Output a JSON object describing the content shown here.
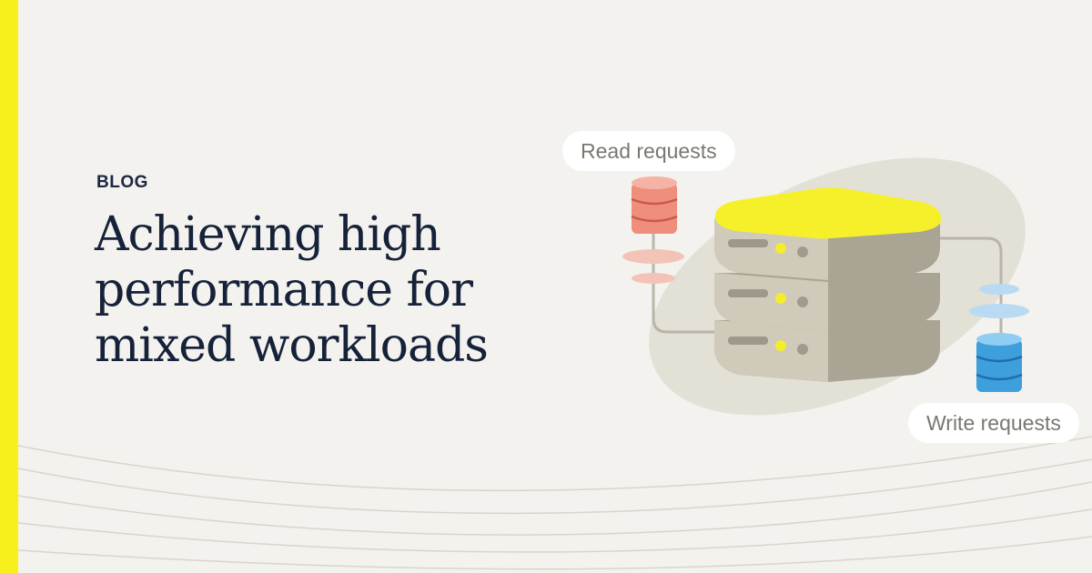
{
  "eyebrow": "BLOG",
  "title_lines": [
    "Achieving high",
    "performance for",
    "mixed workloads"
  ],
  "labels": {
    "read": "Read requests",
    "write": "Write requests"
  },
  "icons": {
    "server": "server-stack-icon",
    "read_db": "database-icon",
    "write_db": "database-icon"
  },
  "colors": {
    "accent": "#f7f01d",
    "background": "#f3f2ee",
    "title": "#16213a",
    "read_db": "#ef7a68",
    "write_db": "#3aa3e0",
    "server": "#c7c2b2",
    "server_top": "#f5f02a"
  }
}
